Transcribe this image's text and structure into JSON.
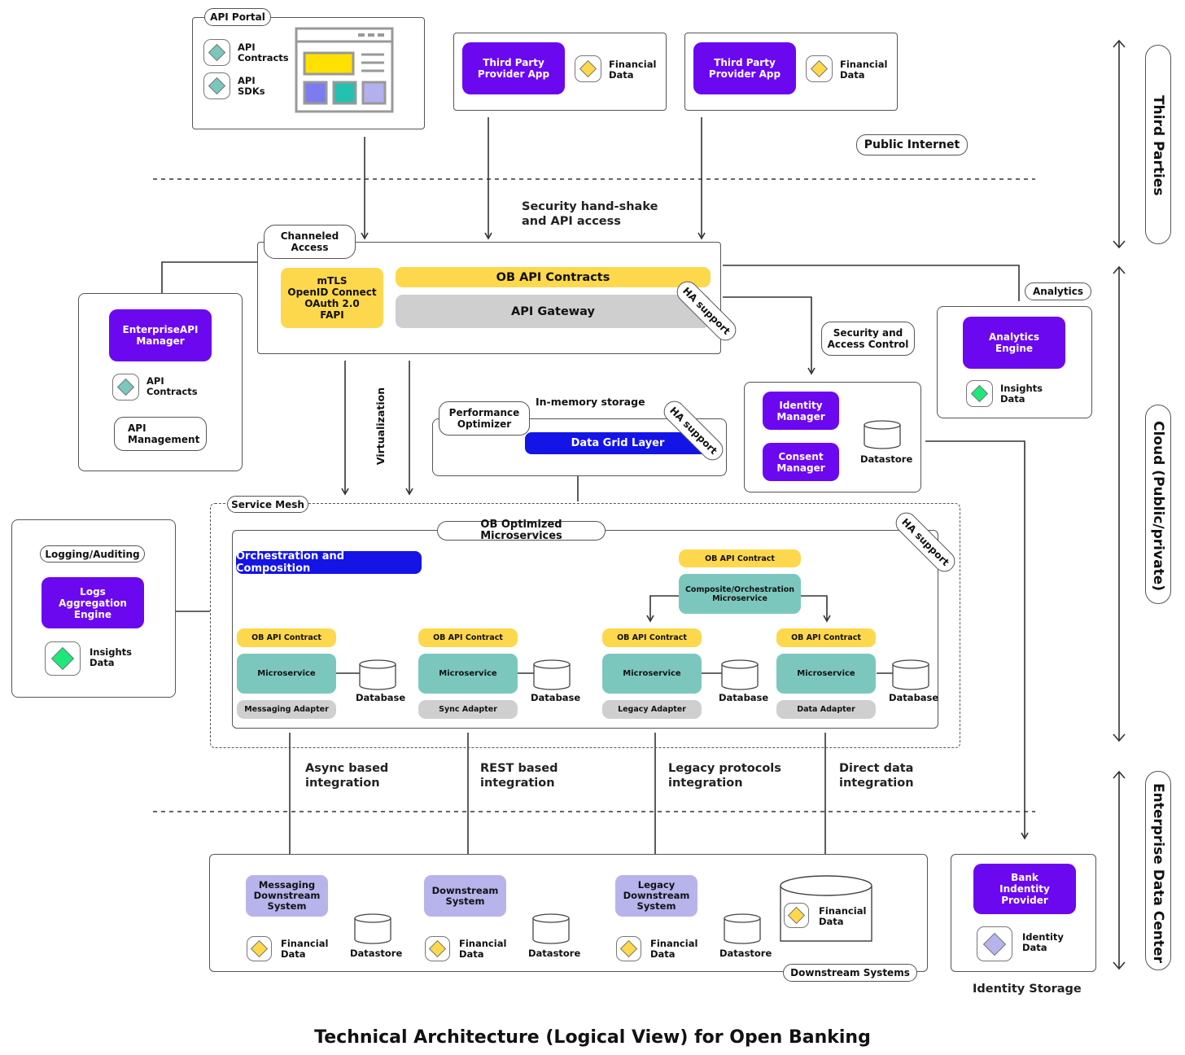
{
  "title": "Technical Architecture (Logical View) for Open Banking",
  "zones": {
    "third_parties": "Third Parties",
    "cloud": "Cloud (Public/private)",
    "enterprise": "Enterprise Data Center",
    "public_internet": "Public Internet"
  },
  "api_portal": {
    "tag": "API Portal",
    "contracts": "API\nContracts",
    "sdks": "API\nSDKs",
    "icons": [
      "diamond-icon",
      "browser-window-icon"
    ]
  },
  "tpp": [
    {
      "app": "Third Party\nProvider App",
      "data": "Financial\nData"
    },
    {
      "app": "Third Party\nProvider App",
      "data": "Financial\nData"
    }
  ],
  "handshake": "Security hand-shake\nand API access",
  "channeled": {
    "tag": "Channeled\nAccess",
    "security": "mTLS\nOpenID Connect\nOAuth 2.0\nFAPI",
    "contracts": "OB API Contracts",
    "gateway": "API Gateway",
    "ha": "HA support"
  },
  "enterprise_api": {
    "manager": "EnterpriseAPI\nManager",
    "contracts": "API\nContracts",
    "management": "API\nManagement"
  },
  "analytics": {
    "tag": "Analytics",
    "engine": "Analytics\nEngine",
    "data": "Insights\nData"
  },
  "security": {
    "tag": "Security and\nAccess Control",
    "identity": "Identity\nManager",
    "consent": "Consent\nManager",
    "datastore": "Datastore"
  },
  "virtualization": "Virtualization",
  "perf": {
    "tag": "Performance\nOptimizer",
    "inmem": "In-memory storage",
    "grid": "Data Grid Layer",
    "ha": "HA support"
  },
  "logging": {
    "tag": "Logging/Auditing",
    "engine": "Logs\nAggregation\nEngine",
    "data": "Insights\nData"
  },
  "mesh": {
    "tag": "Service Mesh",
    "inner_tag": "OB Optimized Microservices",
    "orch": "Orchestration and Composition",
    "ha": "HA support",
    "top_contract": "OB API Contract",
    "composite": "Composite/Orchestration\nMicroservice",
    "services": [
      {
        "contract": "OB API Contract",
        "name": "Microservice",
        "adapter": "Messaging Adapter",
        "db": "Database"
      },
      {
        "contract": "OB API Contract",
        "name": "Microservice",
        "adapter": "Sync Adapter",
        "db": "Database"
      },
      {
        "contract": "OB API Contract",
        "name": "Microservice",
        "adapter": "Legacy Adapter",
        "db": "Database"
      },
      {
        "contract": "OB API Contract",
        "name": "Microservice",
        "adapter": "Data Adapter",
        "db": "Database"
      }
    ]
  },
  "integrations": [
    "Async based\nintegration",
    "REST based\nintegration",
    "Legacy protocols\nintegration",
    "Direct data\nintegration"
  ],
  "downstream": {
    "tag": "Downstream Systems",
    "systems": [
      {
        "name": "Messaging\nDownstream\nSystem",
        "data": "Financial\nData",
        "store": "Datastore"
      },
      {
        "name": "Downstream\nSystem",
        "data": "Financial\nData",
        "store": "Datastore"
      },
      {
        "name": "Legacy\nDownstream\nSystem",
        "data": "Financial\nData",
        "store": "Datastore"
      }
    ],
    "big_store": "Financial\nData"
  },
  "identity_storage": {
    "provider": "Bank\nIndentity\nProvider",
    "data": "Identity\nData",
    "caption": "Identity Storage"
  },
  "colors": {
    "purple": "#6b08f0",
    "yellow": "#fdd84c",
    "teal": "#7cc7bd",
    "grey": "#cfcfcf",
    "blue": "#1414e6",
    "lavender": "#b7b4ec",
    "green": "#1ee87a"
  }
}
